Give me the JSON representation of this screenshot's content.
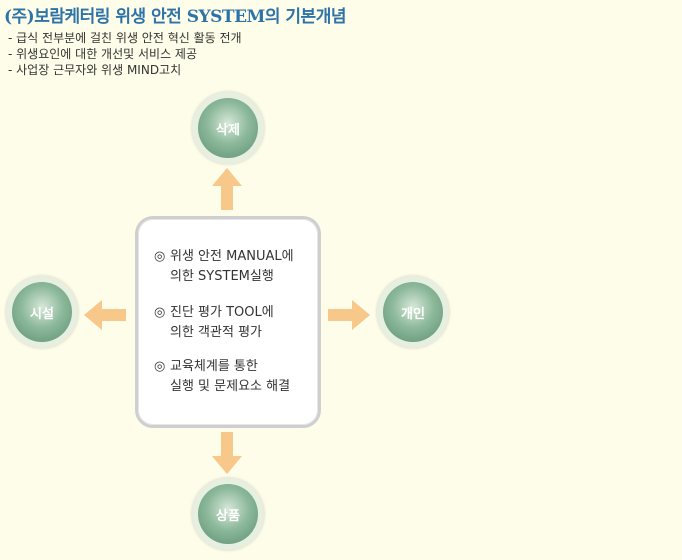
{
  "header": {
    "title": "(주)보람케터링 위생 안전 SYSTEM의 기본개념",
    "bullets": [
      "- 급식 전부분에 걸친 위생 안전 혁신 활동 전개",
      "- 위생요인에 대한 개선및 서비스 제공",
      "- 사업장 근무자와 위생 MIND고치"
    ]
  },
  "center": {
    "items": [
      {
        "mark": "◎",
        "line1": "위생 안전 MANUAL에",
        "line2": "의한 SYSTEM실행"
      },
      {
        "mark": "◎",
        "line1": "진단 평가 TOOL에",
        "line2": "의한 객관적 평가"
      },
      {
        "mark": "◎",
        "line1": "교육체계를 통한",
        "line2": "실행 및 문제요소 해결"
      }
    ]
  },
  "nodes": {
    "top": "삭제",
    "left": "시설",
    "right": "개인",
    "bottom": "상품"
  },
  "colors": {
    "title": "#2e73a8",
    "arrow": "#f7c88a",
    "node": "#6f9f80"
  }
}
